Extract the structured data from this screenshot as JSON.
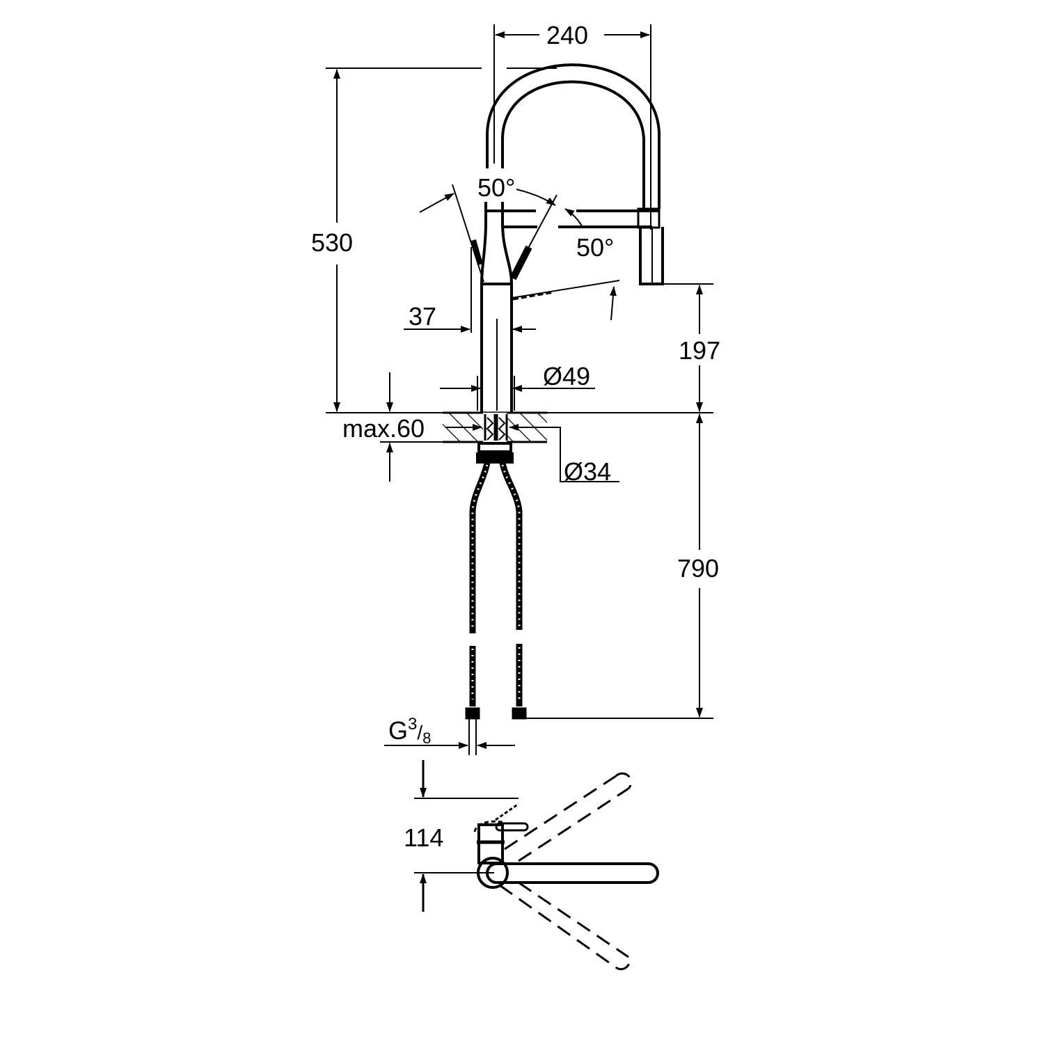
{
  "drawing": {
    "title": "Kitchen faucet with pull-out spray — dimension drawing",
    "line_color": "#000000",
    "background": "#ffffff"
  },
  "dimensions": {
    "spout_reach": "240",
    "total_height": "530",
    "spout_height": "197",
    "swivel_angle_left": "50°",
    "swivel_angle_right": "50°",
    "spray_offset": "37",
    "body_diameter": "Ø49",
    "max_deck_thickness": "max.60",
    "hole_diameter": "Ø34",
    "hose_length": "790",
    "connection_thread_base": "G",
    "connection_thread_num": "3",
    "connection_thread_den": "8",
    "lever_offset": "114"
  }
}
